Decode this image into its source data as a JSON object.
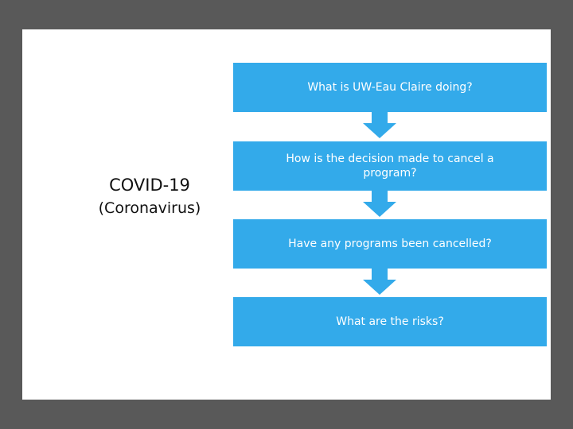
{
  "slide": {
    "title_line1": "COVID-19",
    "title_line2": "(Coronavirus)",
    "accent_color": "#33aaea",
    "steps": [
      {
        "label": "What is UW-Eau Claire doing?"
      },
      {
        "label": "How is the decision made to cancel a program?"
      },
      {
        "label": "Have any programs been cancelled?"
      },
      {
        "label": "What are the risks?"
      }
    ]
  }
}
